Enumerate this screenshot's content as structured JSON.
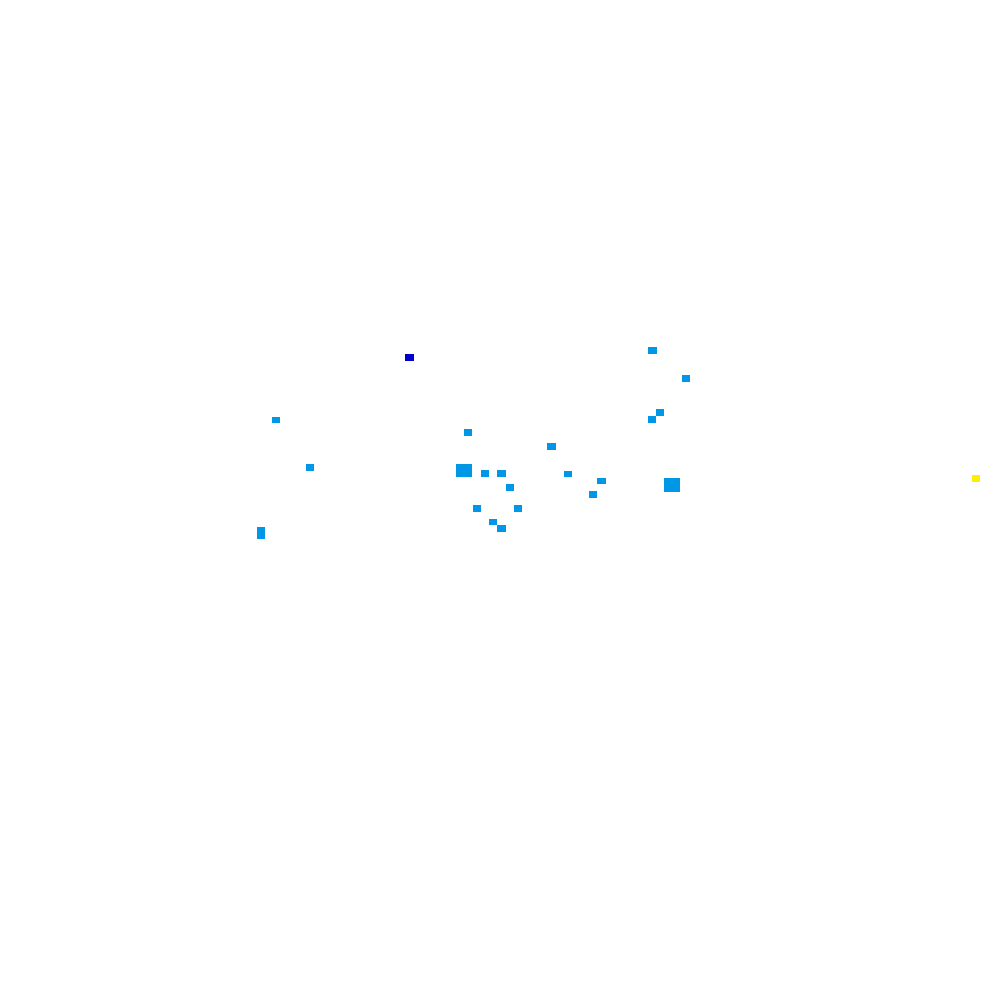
{
  "scene": {
    "background_color": "#ffffff",
    "palette": {
      "cell": "#0098e6",
      "player": "#0000cc",
      "target": "#ffee00"
    },
    "tiles": [
      {
        "kind": "player"
      },
      {
        "kind": "cell"
      },
      {
        "kind": "cell"
      },
      {
        "kind": "cell"
      },
      {
        "kind": "cell"
      },
      {
        "kind": "cell"
      },
      {
        "kind": "cell"
      },
      {
        "kind": "cell"
      },
      {
        "kind": "cell"
      },
      {
        "kind": "cell"
      },
      {
        "kind": "cell"
      },
      {
        "kind": "cell"
      },
      {
        "kind": "cell"
      },
      {
        "kind": "cell"
      },
      {
        "kind": "cell"
      },
      {
        "kind": "cell"
      },
      {
        "kind": "cell"
      },
      {
        "kind": "cell"
      },
      {
        "kind": "cell"
      },
      {
        "kind": "cell"
      },
      {
        "kind": "cell"
      },
      {
        "kind": "cell"
      },
      {
        "kind": "cell"
      },
      {
        "kind": "target"
      }
    ]
  }
}
